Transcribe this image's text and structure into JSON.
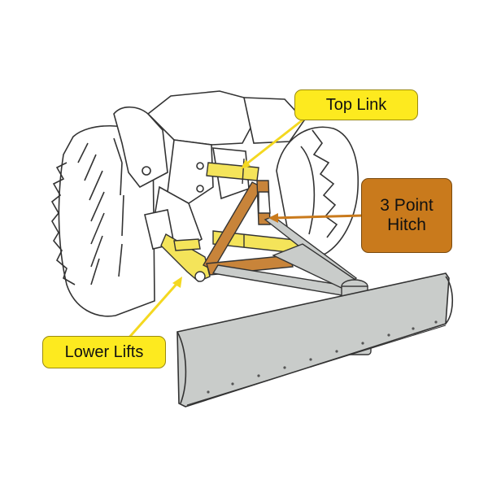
{
  "labels": {
    "top_link": "Top Link",
    "hitch_line1": "3 Point",
    "hitch_line2": "Hitch",
    "lower_lifts": "Lower Lifts"
  },
  "colors": {
    "yellow_callout": "#fdea1f",
    "brown_callout": "#c97a1c",
    "yellow_part": "#f4e45a",
    "brown_part": "#c8843a",
    "blade_gray": "#c9ccca",
    "line_ink": "#222222"
  },
  "icons": [
    "tractor-illustration",
    "blade-illustration"
  ]
}
